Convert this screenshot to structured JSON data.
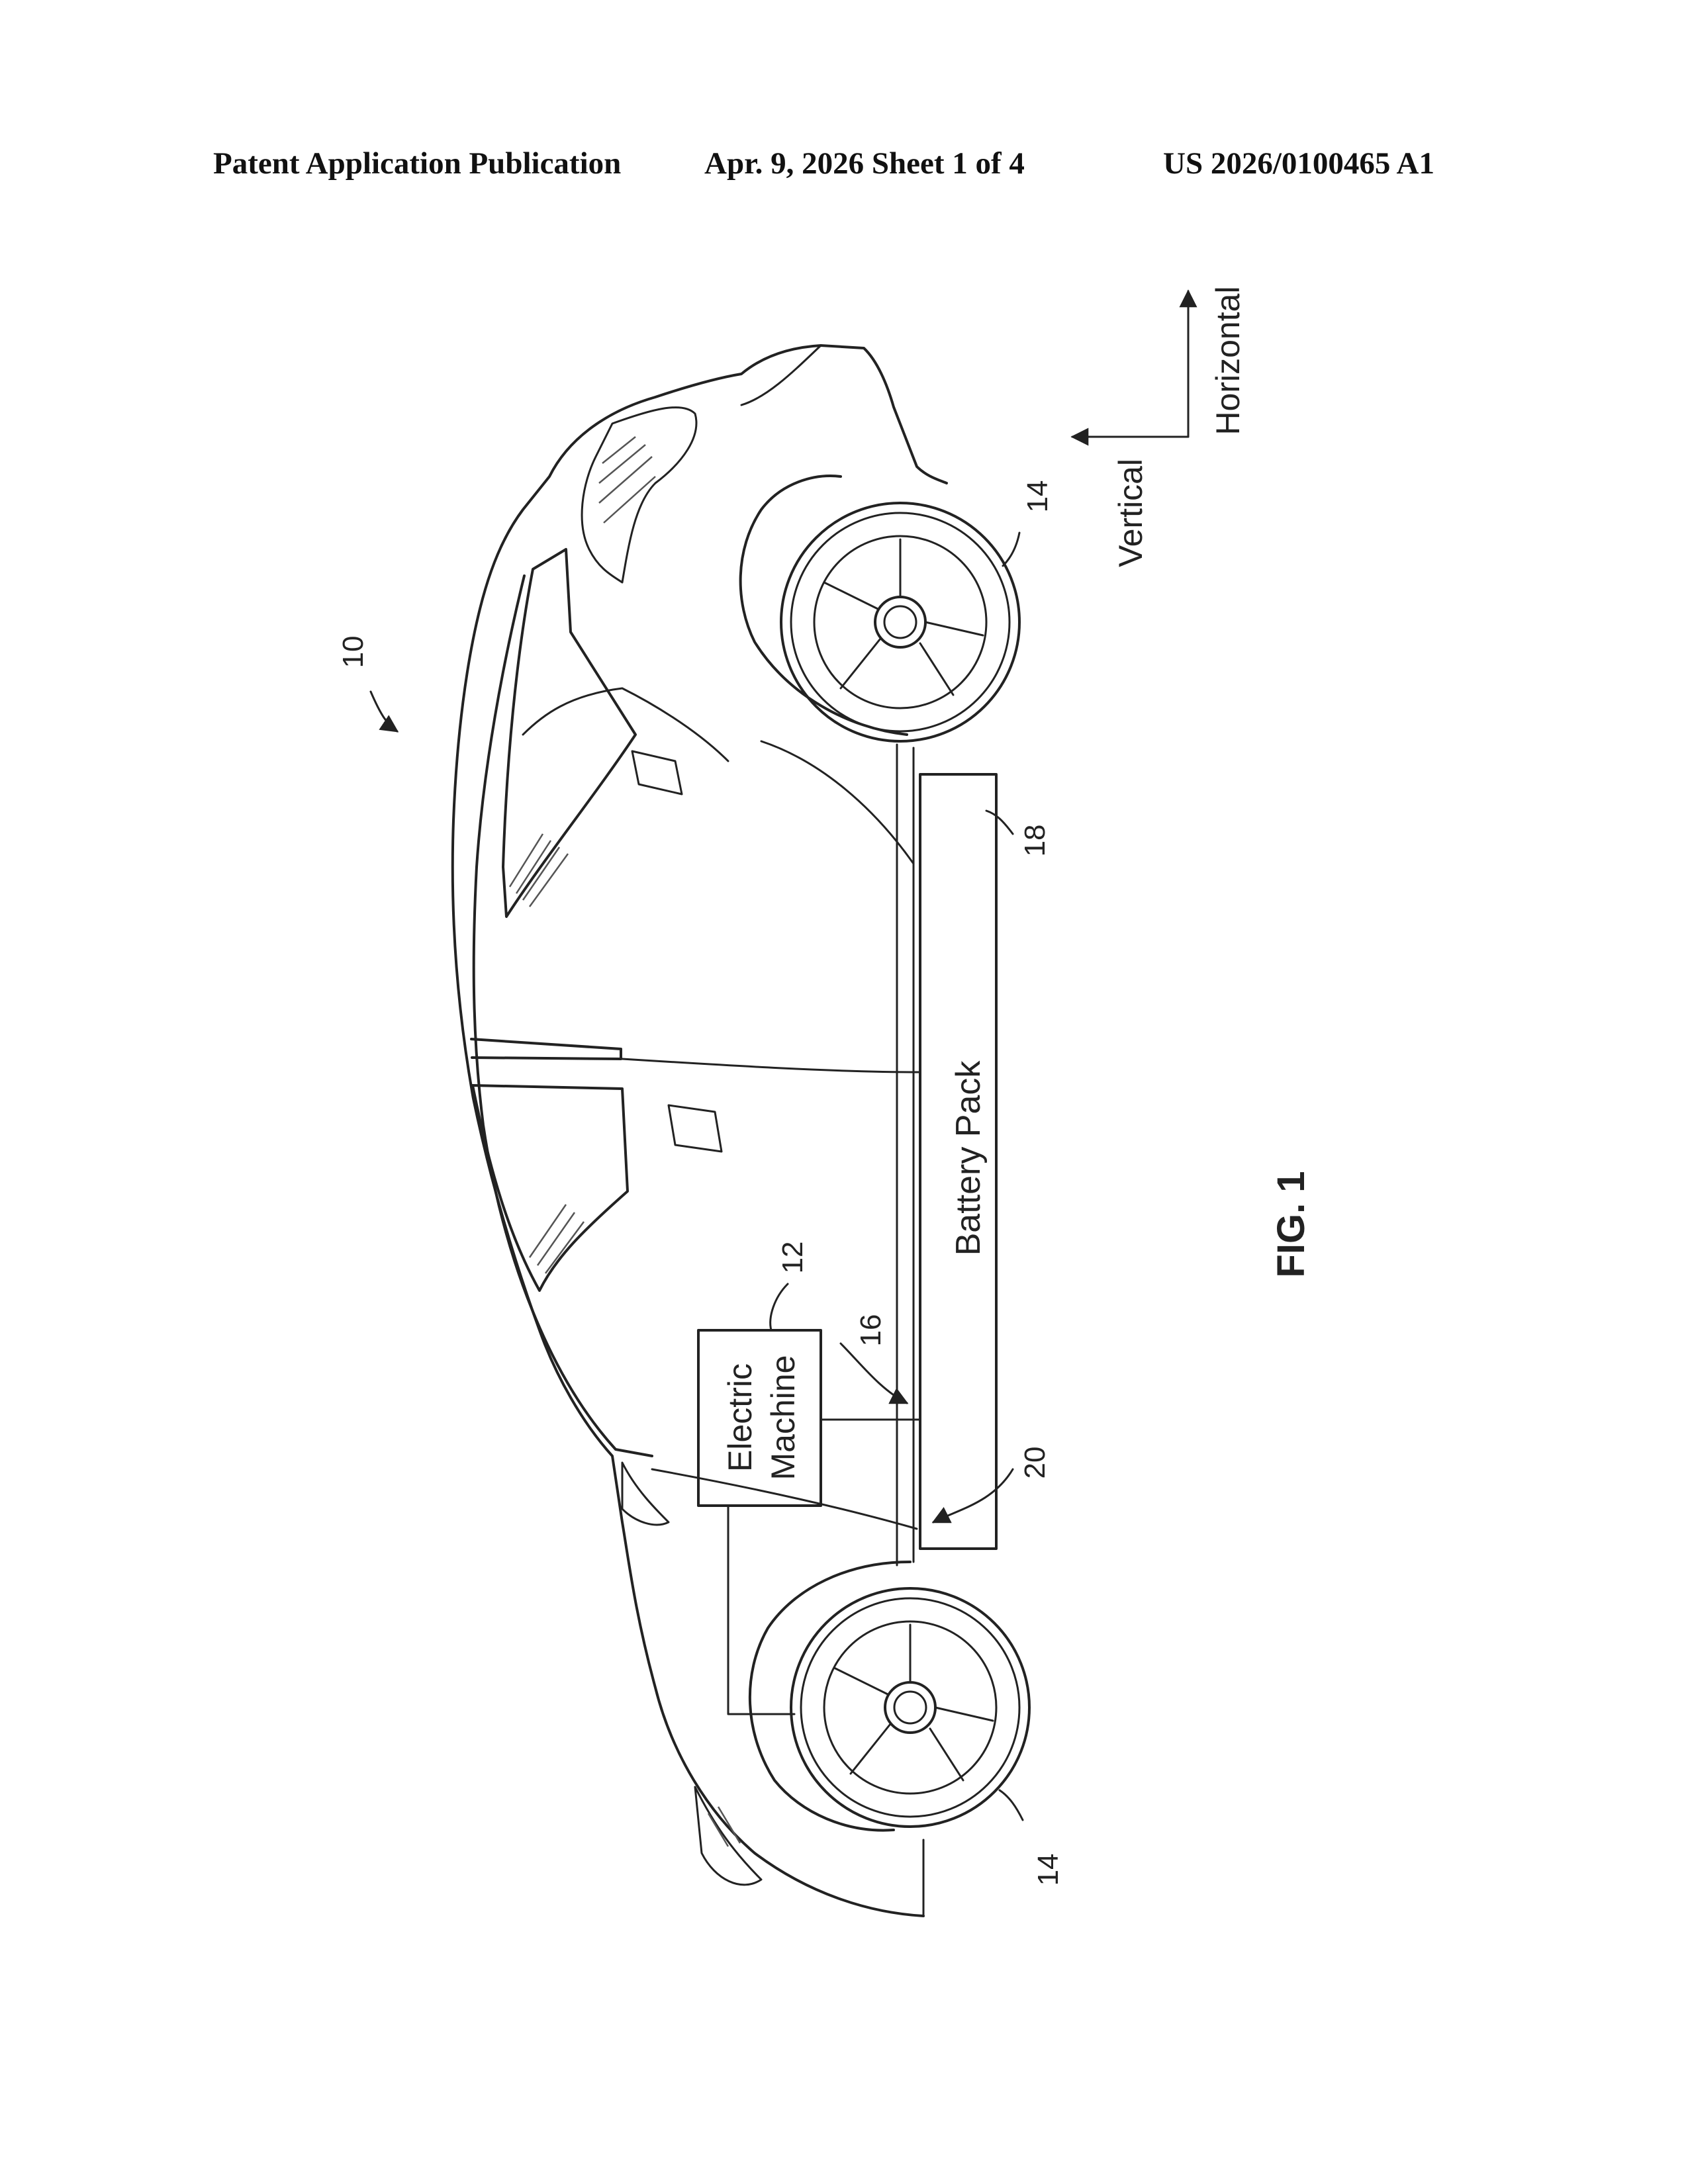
{
  "header": {
    "left": "Patent Application Publication",
    "middle": "Apr. 9, 2026   Sheet 1 of 4",
    "right": "US 2026/0100465 A1"
  },
  "figure": {
    "caption": "FIG. 1",
    "labels": {
      "vehicle": "10",
      "electric_machine_ref": "12",
      "wheel_top": "14",
      "wheel_bottom": "14",
      "connection_ref": "16",
      "battery_ref": "18",
      "mount_ref": "20"
    },
    "electric_machine_text": [
      "Electric",
      "Machine"
    ],
    "battery_pack_text": "Battery Pack",
    "axis_labels": {
      "vertical": "Vertical",
      "horizontal": "Horizontal"
    }
  }
}
